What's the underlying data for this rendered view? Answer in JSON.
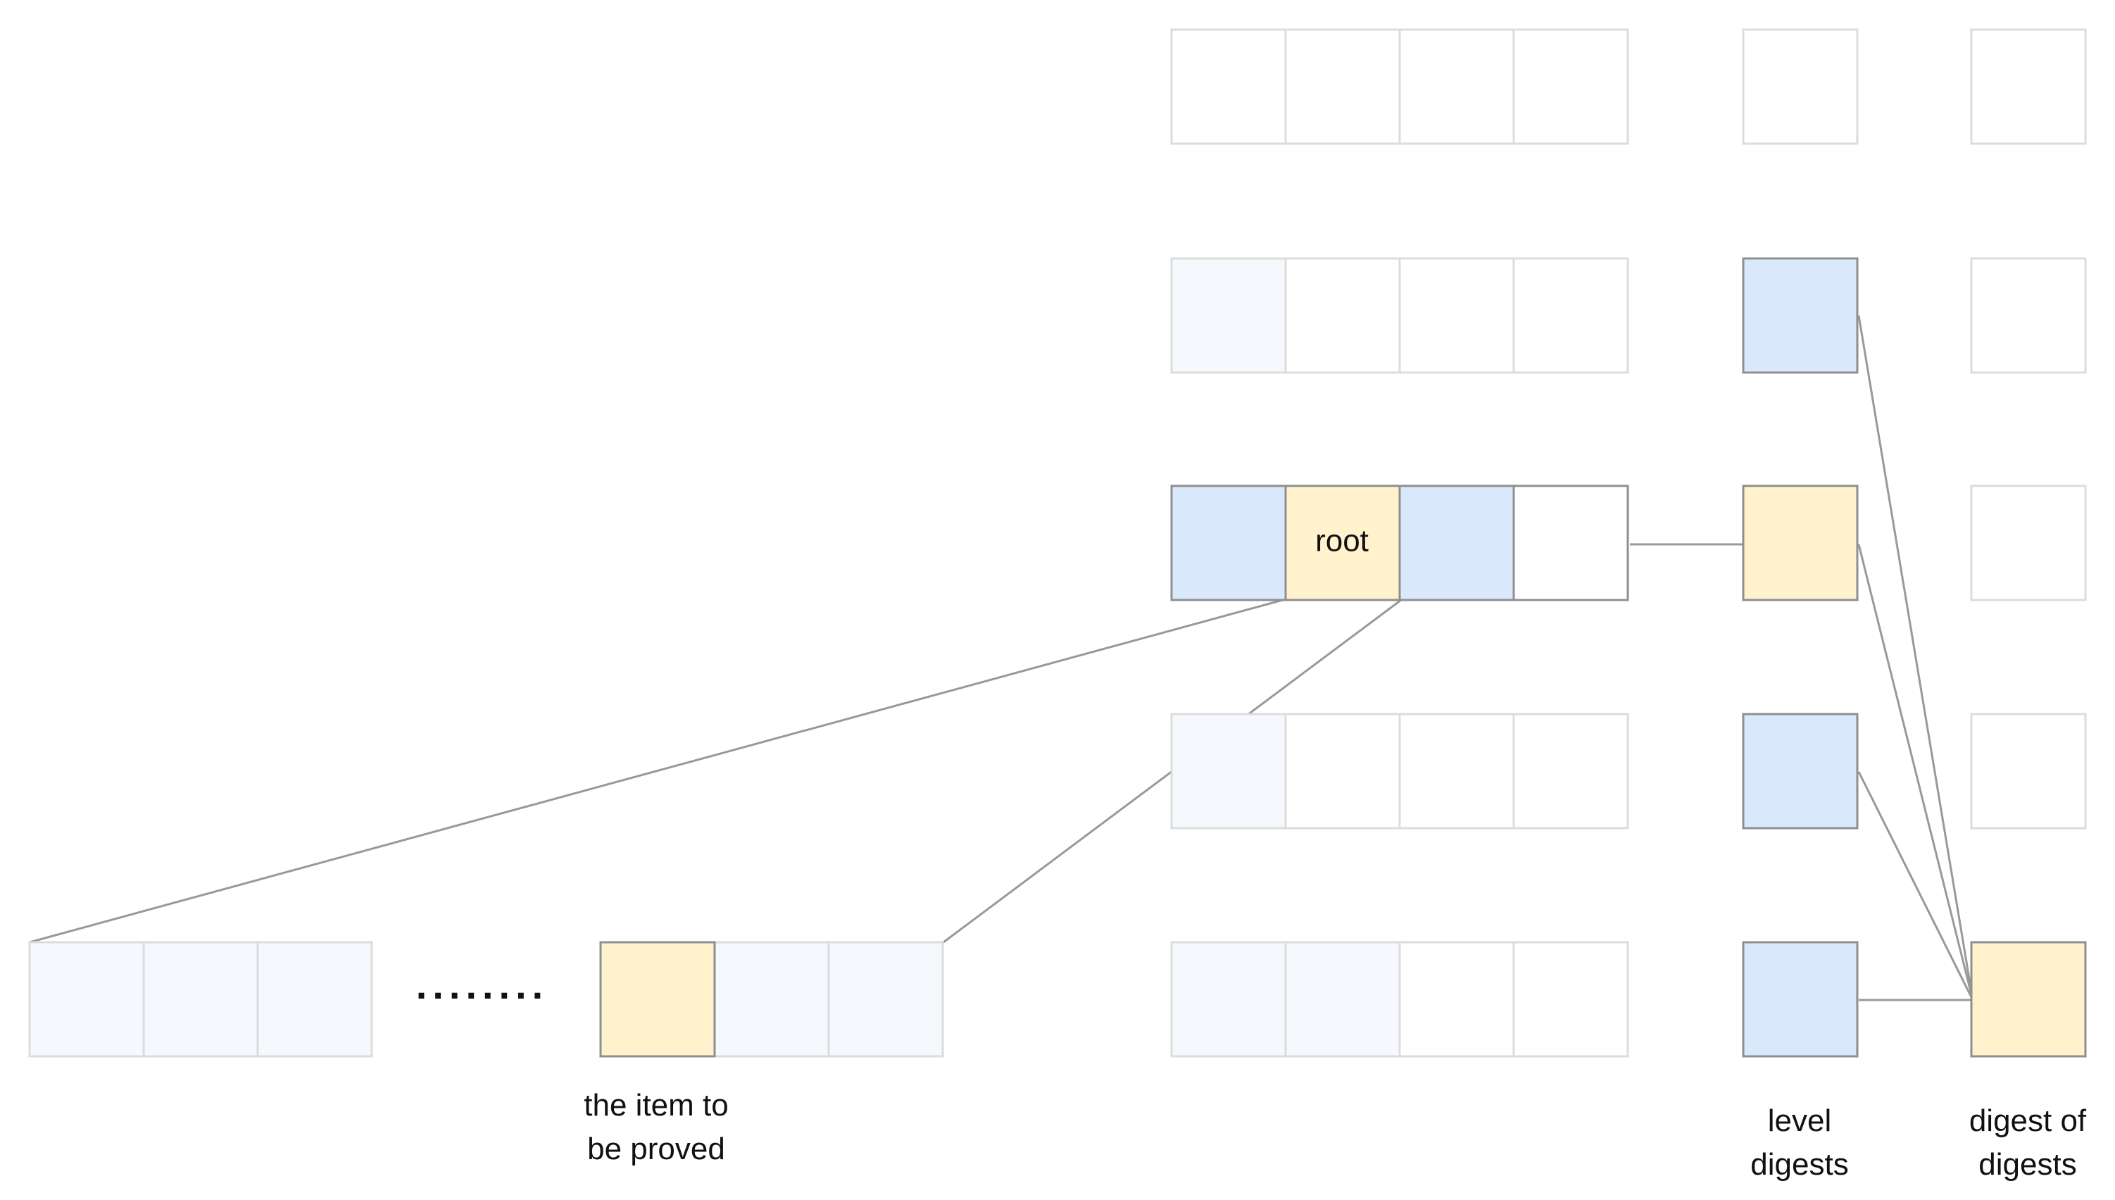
{
  "colors": {
    "blue_fill": "#dae8fc",
    "yellow_fill": "#fff2cc",
    "faint_blue_fill": "#f5f8fd",
    "white_fill": "#ffffff",
    "strong_stroke": "#8f8f8f",
    "faint_stroke": "#dcdcdc",
    "connector": "#999999",
    "text": "#111111"
  },
  "labels": {
    "root": "root",
    "ellipsis": "........",
    "item_line1": "the item to",
    "item_line2": "be proved",
    "level_line1": "level",
    "level_line2": "digests",
    "dod_line1": "digest of",
    "dod_line2": "digests"
  },
  "grid_levels": [
    {
      "cells": [
        "white",
        "white",
        "white",
        "white"
      ],
      "emphasis": "faint"
    },
    {
      "cells": [
        "faint_blue",
        "white",
        "white",
        "white"
      ],
      "emphasis": "faint"
    },
    {
      "cells": [
        "blue",
        "yellow",
        "blue",
        "white"
      ],
      "emphasis": "strong"
    },
    {
      "cells": [
        "faint_blue",
        "white",
        "white",
        "white"
      ],
      "emphasis": "faint"
    },
    {
      "cells": [
        "faint_blue",
        "faint_blue",
        "white",
        "white"
      ],
      "emphasis": "faint"
    }
  ],
  "level_digests": [
    "white",
    "blue",
    "yellow",
    "blue",
    "blue"
  ],
  "digest_of_digests": [
    "white",
    "white",
    "white",
    "white",
    "yellow"
  ],
  "bottom_row": {
    "left_cells": [
      "faint_blue",
      "faint_blue",
      "faint_blue"
    ],
    "right_cells": [
      "yellow",
      "faint_blue",
      "faint_blue"
    ]
  }
}
